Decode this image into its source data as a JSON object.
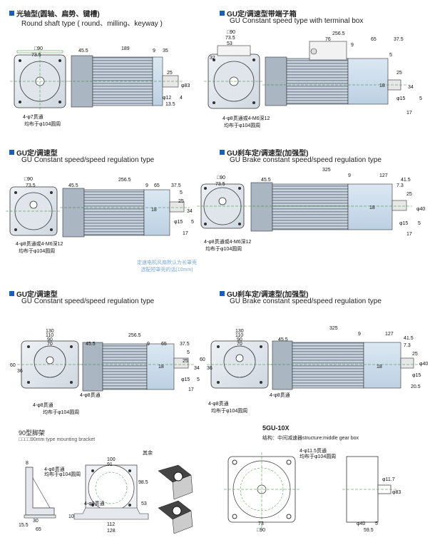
{
  "sections": {
    "round_shaft": {
      "title": "光轴型(圆轴、扁势、键槽)",
      "subtitle": "Round shaft type ( round、milling、keyway )"
    },
    "terminal_box": {
      "title": "GU定/调速型带端子箱",
      "subtitle": "GU Constant speed type with terminal box"
    },
    "speed_regulation": {
      "title": "GU定/调速型",
      "subtitle": "GU Constant speed/speed regulation type"
    },
    "brake": {
      "title": "GU刹车定/调速型(加强型)",
      "subtitle": "GU Brake constant speed/speed regulation type"
    },
    "speed_regulation_flange": {
      "title": "GU定/调速型",
      "subtitle": "GU Constant speed/speed regulation type"
    },
    "brake_flange": {
      "title": "GU刹车定/调速型(加强型)",
      "subtitle": "GU Brake constant speed/speed regulation type"
    },
    "bracket": {
      "title": "90型脚架",
      "subtitle": "□□□□90mm type mounting bracket"
    },
    "gearbox": {
      "title": "5GU-10X",
      "subtitle": "结构：中间减速器structure:middle gear box"
    }
  },
  "note": {
    "line1": "定速电机风扇默认为长罩壳",
    "line2": "选配短罩壳的话(10mm)"
  },
  "hole_notes": {
    "h7": "4-φ7贯通",
    "h8": "4-φ8贯通",
    "h8m": "4-φ8贯通或4-M6深12",
    "h115": "4-φ11.5贯通",
    "pcd": "均布于φ104圆周",
    "accessory": "其余"
  },
  "dims": {
    "sq90": "□90",
    "d73_5": "73.5",
    "d45_5": "45.5",
    "d189": "189",
    "d9": "9",
    "d35": "35",
    "d25": "25",
    "d83": "φ83",
    "d12": "φ12",
    "d4": "4",
    "d13_5": "13.5",
    "d256_5": "256.5",
    "d76": "76",
    "d65": "65",
    "d37_5": "37.5",
    "d53": "53",
    "d32": "32",
    "d5": "5",
    "d18": "18",
    "d34": "34",
    "d15": "φ15",
    "d17": "17",
    "d325": "325",
    "d127": "127",
    "d41_5": "41.5",
    "d7_3": "7.3",
    "d40": "φ40",
    "d130": "130",
    "d110": "110",
    "d90": "90",
    "d70": "70",
    "d60": "60",
    "d36": "36",
    "d20_5": "20.5",
    "d100": "100",
    "d91": "91",
    "d98_5": "98.5",
    "d8": "8",
    "d10": "10",
    "d15_5": "15.5",
    "d30": "30",
    "d112": "112",
    "d128": "128",
    "d11_7": "φ11.7",
    "d59_5": "59.5",
    "d73": "73"
  }
}
